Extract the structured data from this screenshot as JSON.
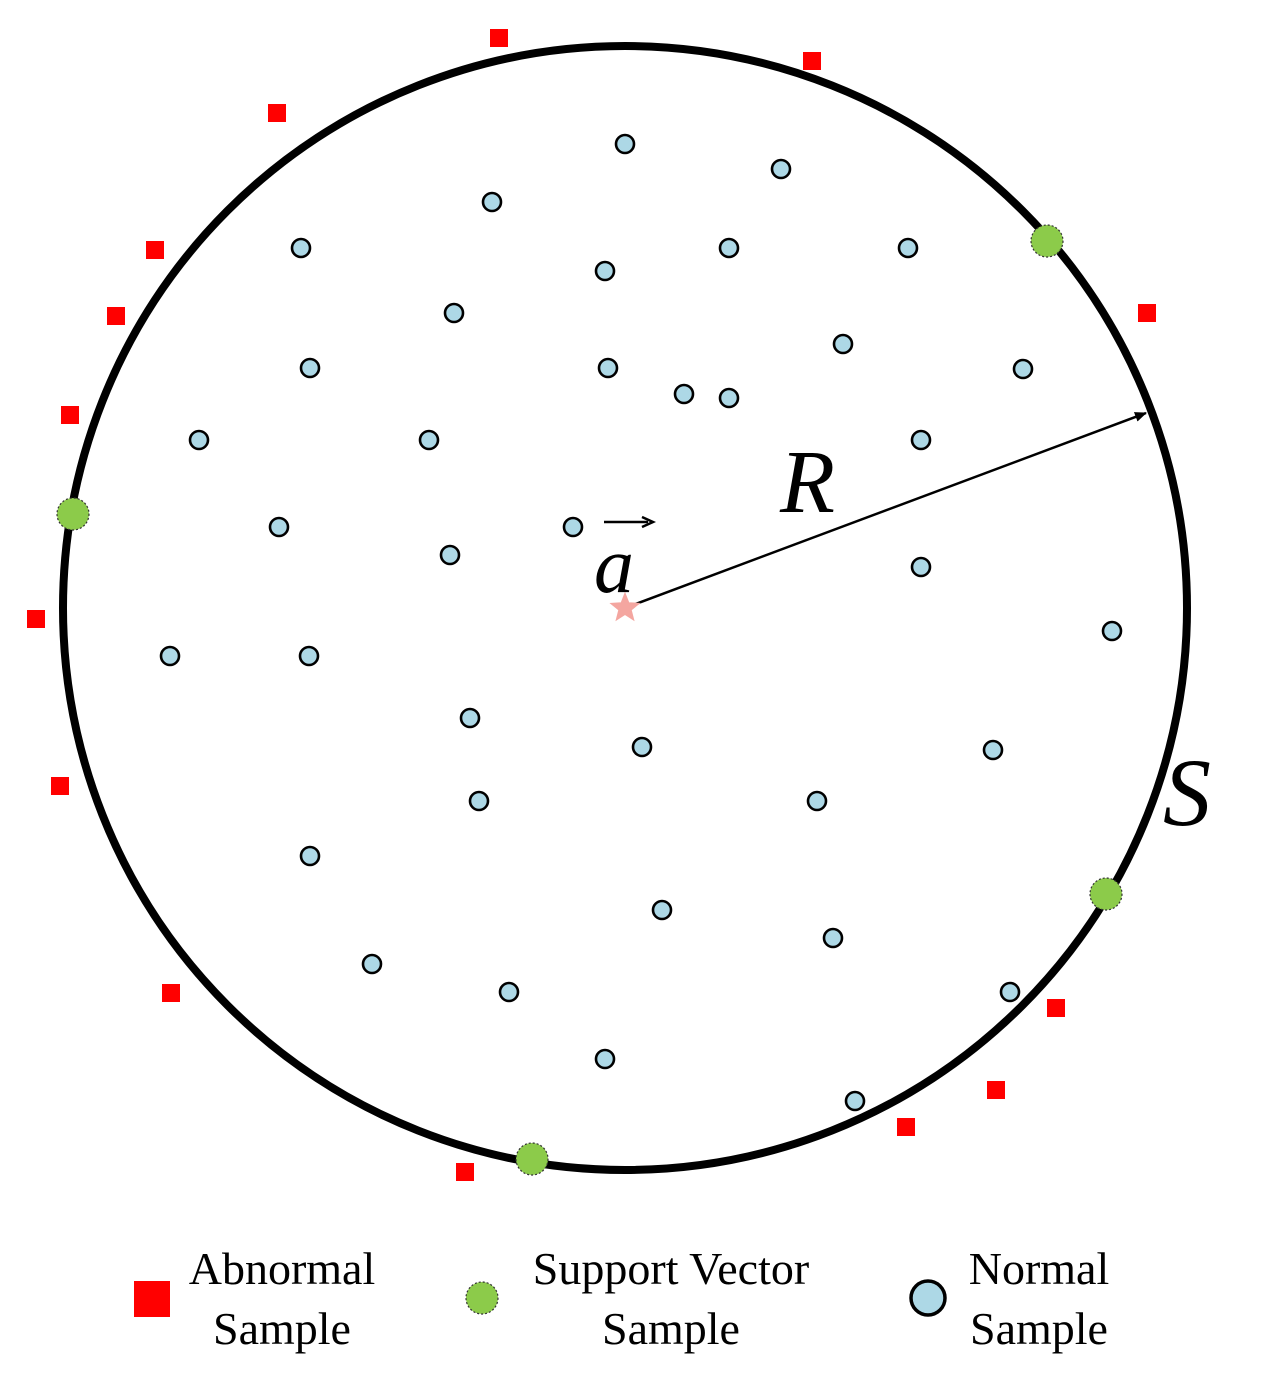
{
  "labels": {
    "center": "a",
    "radius": "R",
    "boundary": "S"
  },
  "colors": {
    "abnormal": "#ff0000",
    "support_vector": "#8ccb4a",
    "normal": "#add8e6",
    "center_star": "#f4a6a0",
    "outline": "#000000"
  },
  "legend": [
    {
      "icon": "red-square-icon",
      "line1": "Abnormal",
      "line2": "Sample"
    },
    {
      "icon": "green-circle-icon",
      "line1": "Support Vector",
      "line2": "Sample"
    },
    {
      "icon": "blue-circle-icon",
      "line1": "Normal",
      "line2": "Sample"
    }
  ]
}
